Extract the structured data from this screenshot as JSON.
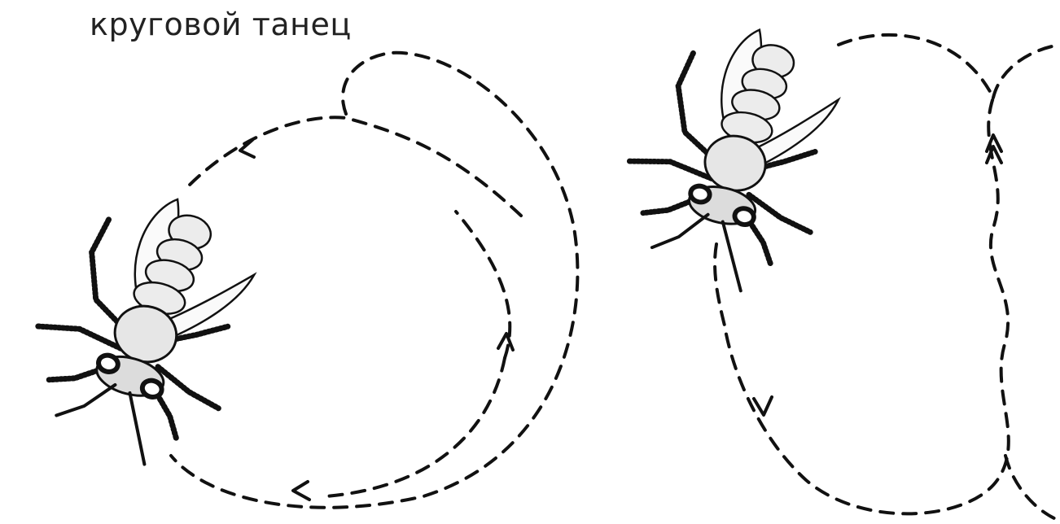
{
  "diagram": {
    "title": "круговой танец",
    "panels": [
      {
        "name": "round-dance"
      },
      {
        "name": "waggle-dance"
      }
    ]
  }
}
